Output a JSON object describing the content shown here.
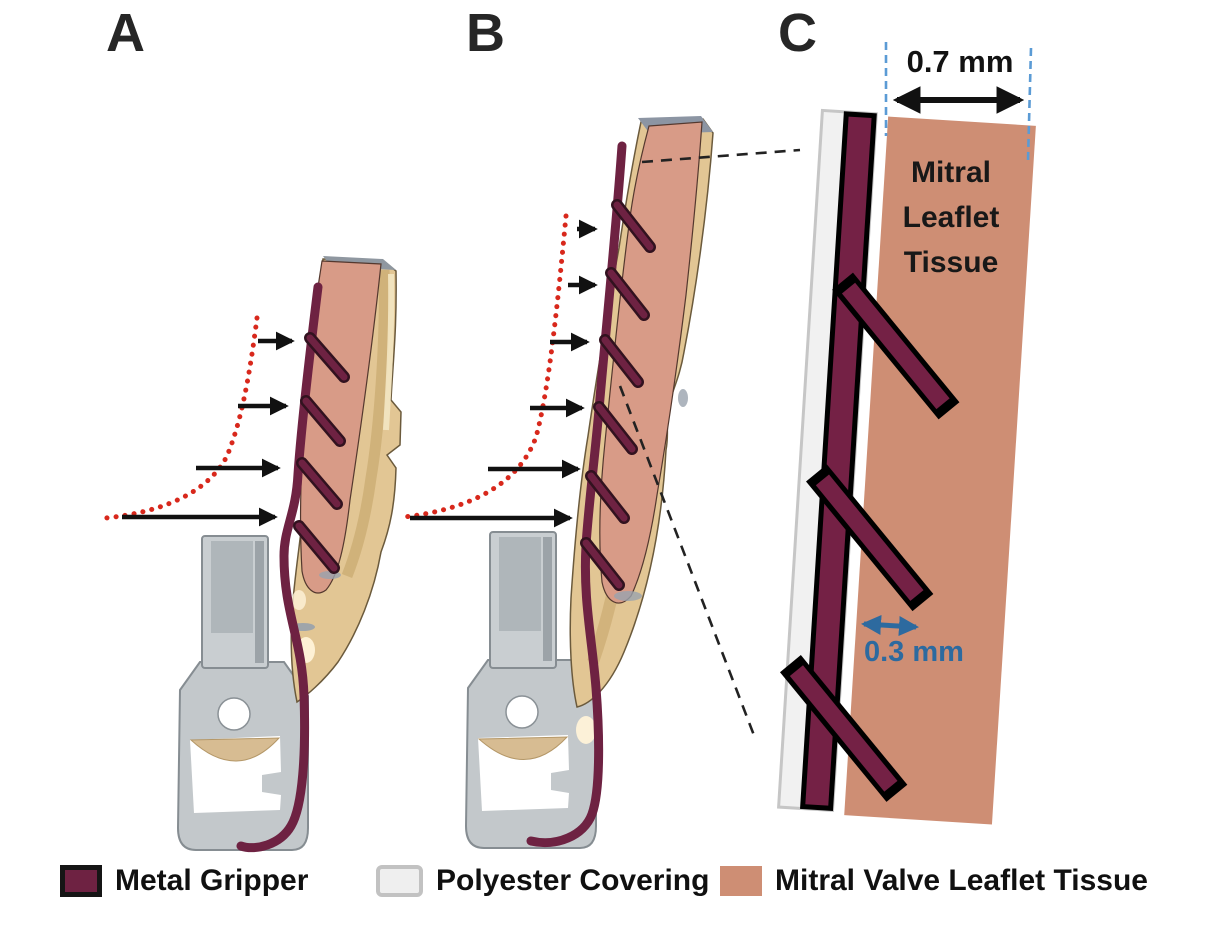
{
  "figure": {
    "panels": [
      {
        "id": "A",
        "label": "A"
      },
      {
        "id": "B",
        "label": "B"
      },
      {
        "id": "C",
        "label": "C"
      }
    ],
    "panel_c": {
      "width_dimension": "0.7 mm",
      "gap_dimension": "0.3 mm",
      "tissue_caption": "Mitral\nLeaflet\nTissue"
    }
  },
  "legend": {
    "items": [
      {
        "label": "Metal Gripper",
        "color": "#6E2242",
        "border": "#151515"
      },
      {
        "label": "Polyester Covering",
        "color": "#EFEFEF",
        "border": "#C2C2C2"
      },
      {
        "label": "Mitral Valve Leaflet Tissue",
        "color": "#CE8E74",
        "border": "transparent"
      }
    ]
  },
  "colors": {
    "metal_gripper": "#6E2242",
    "gripper_outline": "#000000",
    "polyester_covering": "#F1F1F1",
    "leaflet_tissue": "#CE8E74",
    "device_tissue_render": "#D89B87",
    "device_arm_gold": "#E2C694",
    "device_base_grey": "#C6CBCE",
    "pressure_curve_red": "#D8281C",
    "pressure_arrow_black": "#111111",
    "annotation_blue": "#2D6A9F",
    "guide_dash_blue": "#5B9BD5"
  }
}
